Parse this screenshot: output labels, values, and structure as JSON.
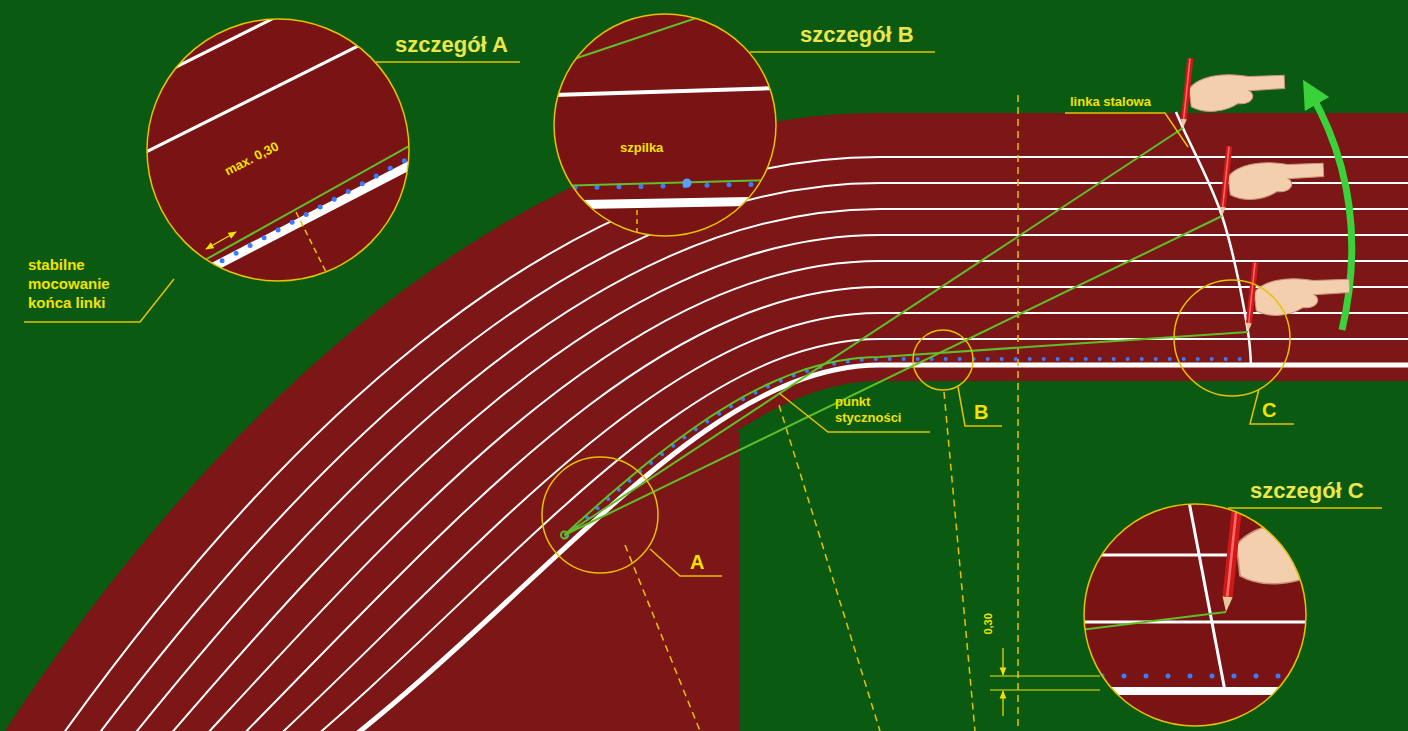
{
  "diagram": {
    "nodes": [
      {
        "text": [
          "szczegół A",
          "max. 0,30"
        ]
      },
      {
        "text": [
          "szczegół B",
          "szpilka"
        ]
      },
      {
        "text": [
          "szczegół C"
        ]
      }
    ],
    "labels": [
      "stabilne mocowanie końca linki",
      "linka stalowa",
      "punkt styczności",
      "A",
      "B",
      "C",
      "0,30"
    ]
  }
}
